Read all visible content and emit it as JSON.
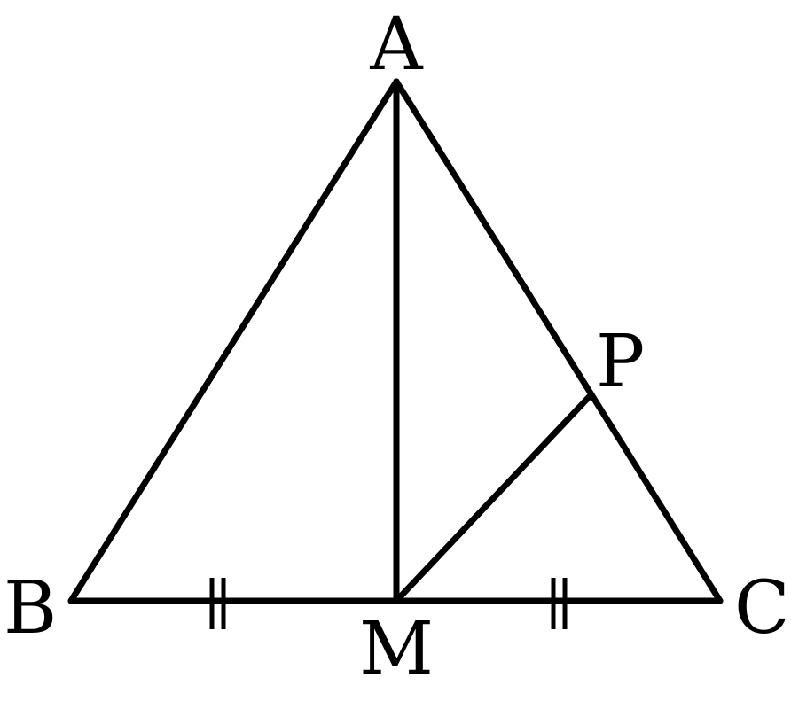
{
  "diagram": {
    "points": {
      "A": "A",
      "B": "B",
      "C": "C",
      "M": "M",
      "P": "P"
    },
    "segments": [
      "AB",
      "AC",
      "BC",
      "AM",
      "MP"
    ],
    "equal_marks": {
      "BM": "||",
      "MC": "||"
    },
    "stroke_color": "#000000",
    "background_color": "#ffffff"
  }
}
